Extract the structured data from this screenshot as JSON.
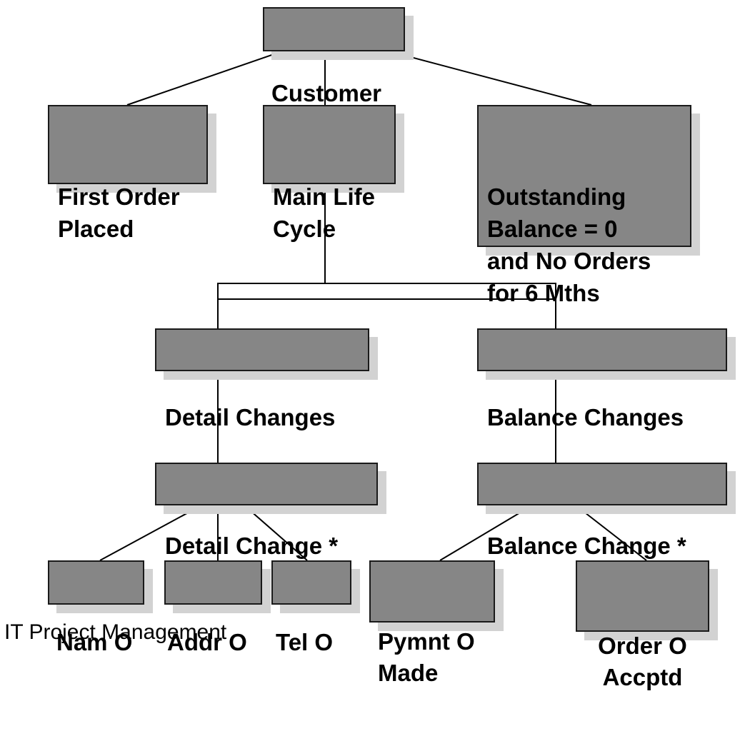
{
  "diagram": {
    "root": "Customer",
    "first_order": "First Order\nPlaced",
    "main_life": "Main Life\nCycle",
    "outstanding": "Outstanding\nBalance = 0\nand No Orders\nfor 6 Mths",
    "detail_changes": "Detail Changes",
    "balance_changes": "Balance Changes",
    "detail_change": "Detail Change *",
    "balance_change": "Balance Change *",
    "nam": "Nam O",
    "addr": "Addr O",
    "tel": "Tel O",
    "pymnt": "Pymnt O\nMade",
    "order": "Order O\nAccptd"
  },
  "footer": {
    "text": "IT Project Management"
  }
}
